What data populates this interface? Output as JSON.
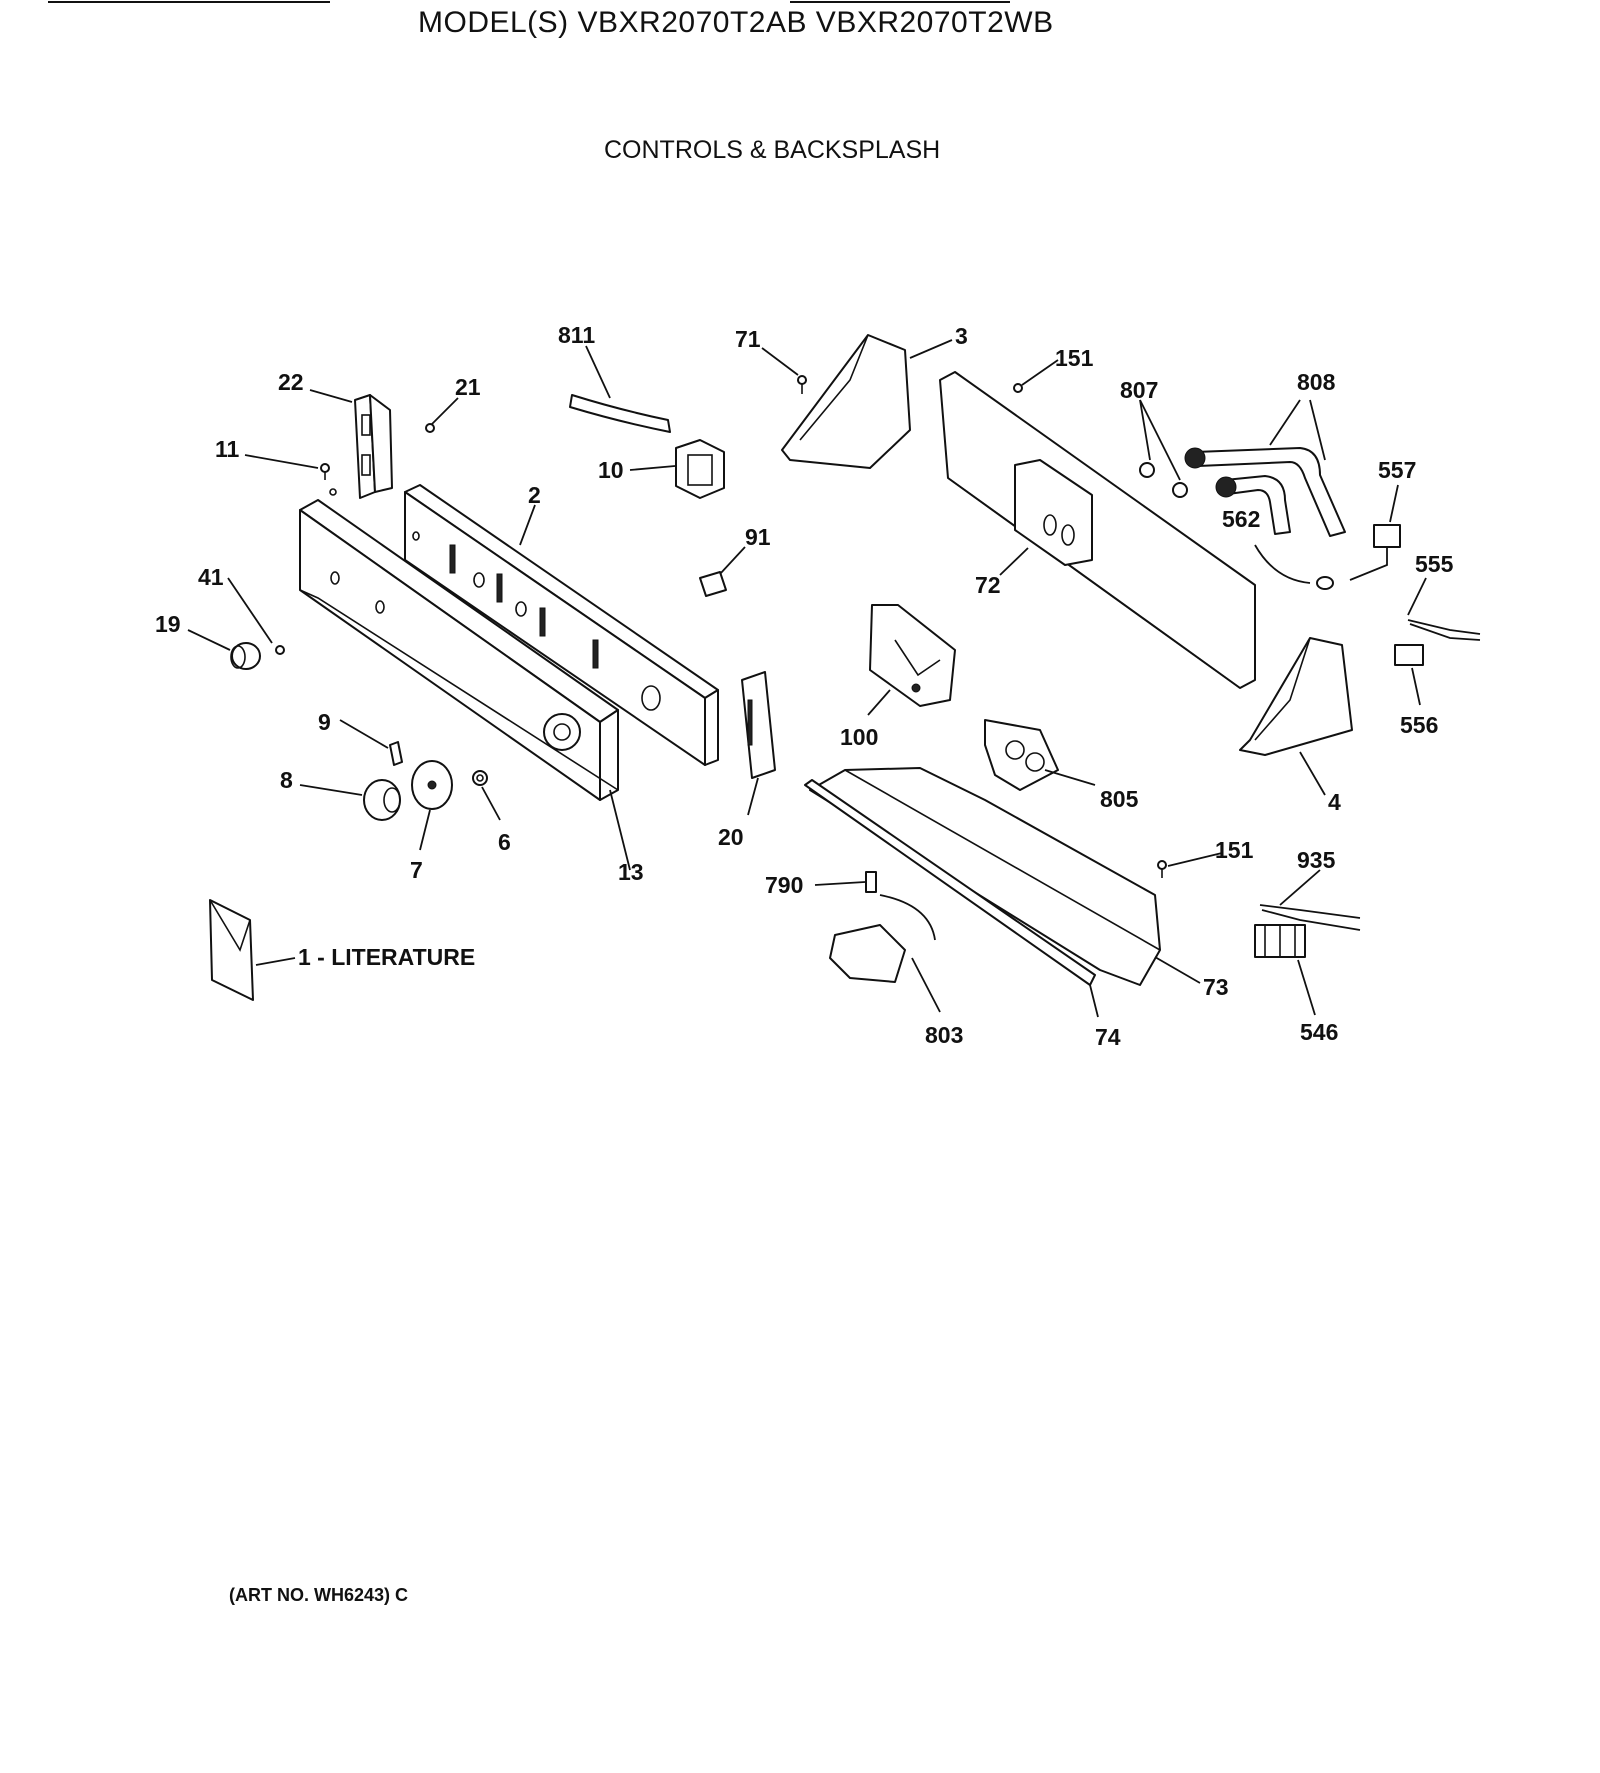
{
  "header": {
    "title": "MODEL(S) VBXR2070T2AB  VBXR2070T2WB",
    "subtitle": "CONTROLS & BACKSPLASH"
  },
  "footer": {
    "art_no": "(ART NO. WH6243) C"
  },
  "literature_label": "1 - LITERATURE",
  "callouts": {
    "c811": "811",
    "c71": "71",
    "c3": "3",
    "c151a": "151",
    "c807": "807",
    "c808": "808",
    "c22": "22",
    "c21": "21",
    "c11": "11",
    "c10": "10",
    "c2": "2",
    "c91": "91",
    "c557": "557",
    "c562": "562",
    "c72": "72",
    "c555": "555",
    "c41": "41",
    "c19": "19",
    "c556": "556",
    "c100": "100",
    "c9": "9",
    "c8": "8",
    "c805": "805",
    "c4": "4",
    "c6": "6",
    "c20": "20",
    "c7": "7",
    "c13": "13",
    "c151b": "151",
    "c935": "935",
    "c790": "790",
    "c73": "73",
    "c803": "803",
    "c74": "74",
    "c546": "546"
  }
}
